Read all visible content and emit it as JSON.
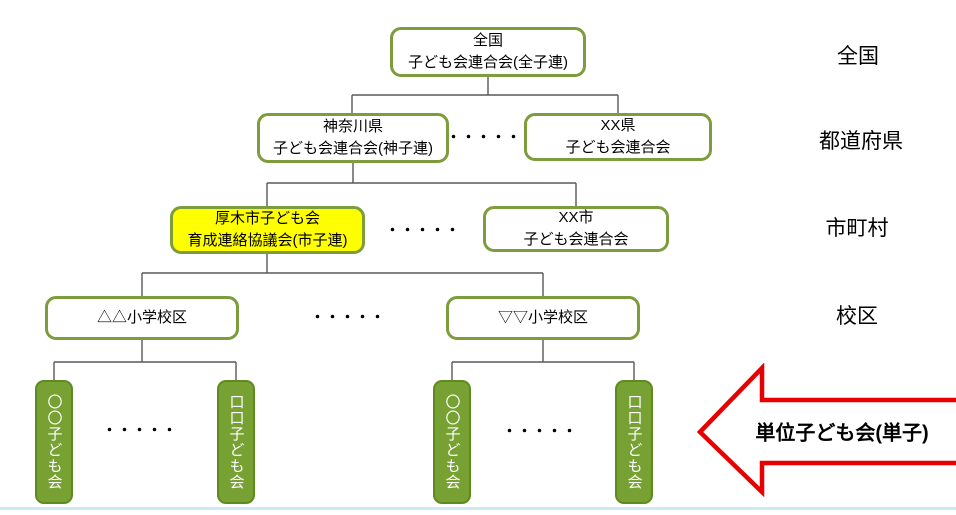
{
  "boxes": {
    "national": {
      "line1": "全国",
      "line2": "子ども会連合会(全子連)"
    },
    "kanagawa": {
      "line1": "神奈川県",
      "line2": "子ども会連合会(神子連)"
    },
    "xx_pref": {
      "line1": "XX県",
      "line2": "子ども会連合会"
    },
    "atsugi": {
      "line1": "厚木市子ども会",
      "line2": "育成連絡協議会(市子連)"
    },
    "xx_city": {
      "line1": "XX市",
      "line2": "子ども会連合会"
    },
    "school_a": {
      "label": "△△小学校区"
    },
    "school_b": {
      "label": "▽▽小学校区"
    }
  },
  "units": [
    {
      "label": "〇〇子ども会"
    },
    {
      "label": "口口子ども会"
    },
    {
      "label": "〇〇子ども会"
    },
    {
      "label": "口口子ども会"
    }
  ],
  "level_labels": {
    "national": "全国",
    "prefecture": "都道府県",
    "municipal": "市町村",
    "school_district": "校区"
  },
  "arrow": {
    "label": "単位子ども会(単子)"
  },
  "dots": "・・・・・",
  "colors": {
    "box_border_green": "#7d9c3c",
    "unit_fill_green": "#77a133",
    "highlight_yellow": "#ffff00",
    "arrow_red": "#e60000",
    "connector_gray": "#595959",
    "baseline_blue": "#cde9f3"
  }
}
